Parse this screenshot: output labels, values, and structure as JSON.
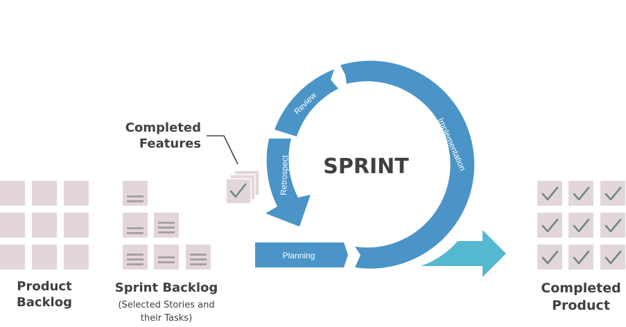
{
  "diagram": {
    "title": "SPRINT",
    "stages": {
      "planning": "Planning",
      "implementation": "Implementation",
      "review": "Review",
      "retrospect": "Retrospect"
    },
    "product_backlog": {
      "label_line1": "Product",
      "label_line2": "Backlog",
      "items": 9
    },
    "sprint_backlog": {
      "label": "Sprint Backlog",
      "sublabel_line1": "(Selected Stories and",
      "sublabel_line2": "their Tasks)"
    },
    "completed_features": {
      "label_line1": "Completed",
      "label_line2": "Features"
    },
    "completed_product": {
      "label_line1": "Completed",
      "label_line2": "Product",
      "items": 9
    },
    "colors": {
      "cycle_blue": "#4a94c8",
      "output_teal": "#54b8d0",
      "tile": "#e2d6da",
      "tile_lines": "#a8a0a4",
      "check": "#6e8a78",
      "text": "#404040"
    }
  }
}
